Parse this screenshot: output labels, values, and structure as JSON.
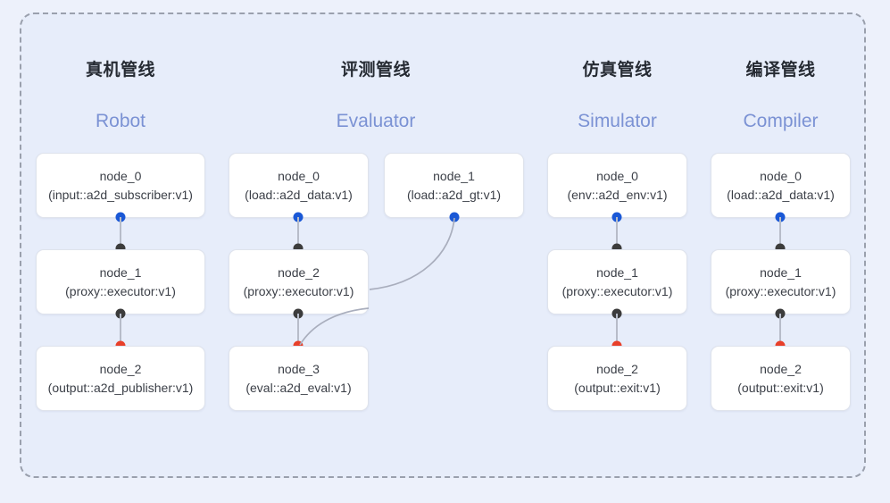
{
  "diagram": {
    "background_color": "#edf1fb",
    "panel_color": "#e7edfa",
    "frame_border_color": "#9aa0ad",
    "node_fill": "#ffffff",
    "node_border": "#dfe3ec",
    "title_color": "#262b33",
    "subtitle_color": "#7b92d4",
    "link_color": "#b7bcc9",
    "port_colors": {
      "input": "#1a58d6",
      "middle": "#3c3c3c",
      "output": "#e8402a"
    }
  },
  "columns": [
    {
      "title_cn": "真机管线",
      "title_en": "Robot",
      "nodes": [
        {
          "id": "node_0",
          "type": "(input::a2d_subscriber:v1)"
        },
        {
          "id": "node_1",
          "type": "(proxy::executor:v1)"
        },
        {
          "id": "node_2",
          "type": "(output::a2d_publisher:v1)"
        }
      ]
    },
    {
      "title_cn": "评测管线",
      "title_en": "Evaluator",
      "nodes": [
        {
          "id": "node_0",
          "type": "(load::a2d_data:v1)"
        },
        {
          "id": "node_1",
          "type": "(load::a2d_gt:v1)"
        },
        {
          "id": "node_2",
          "type": "(proxy::executor:v1)"
        },
        {
          "id": "node_3",
          "type": "(eval::a2d_eval:v1)"
        }
      ]
    },
    {
      "title_cn": "仿真管线",
      "title_en": "Simulator",
      "nodes": [
        {
          "id": "node_0",
          "type": "(env::a2d_env:v1)"
        },
        {
          "id": "node_1",
          "type": "(proxy::executor:v1)"
        },
        {
          "id": "node_2",
          "type": "(output::exit:v1)"
        }
      ]
    },
    {
      "title_cn": "编译管线",
      "title_en": "Compiler",
      "nodes": [
        {
          "id": "node_0",
          "type": "(load::a2d_data:v1)"
        },
        {
          "id": "node_1",
          "type": "(proxy::executor:v1)"
        },
        {
          "id": "node_2",
          "type": "(output::exit:v1)"
        }
      ]
    }
  ]
}
